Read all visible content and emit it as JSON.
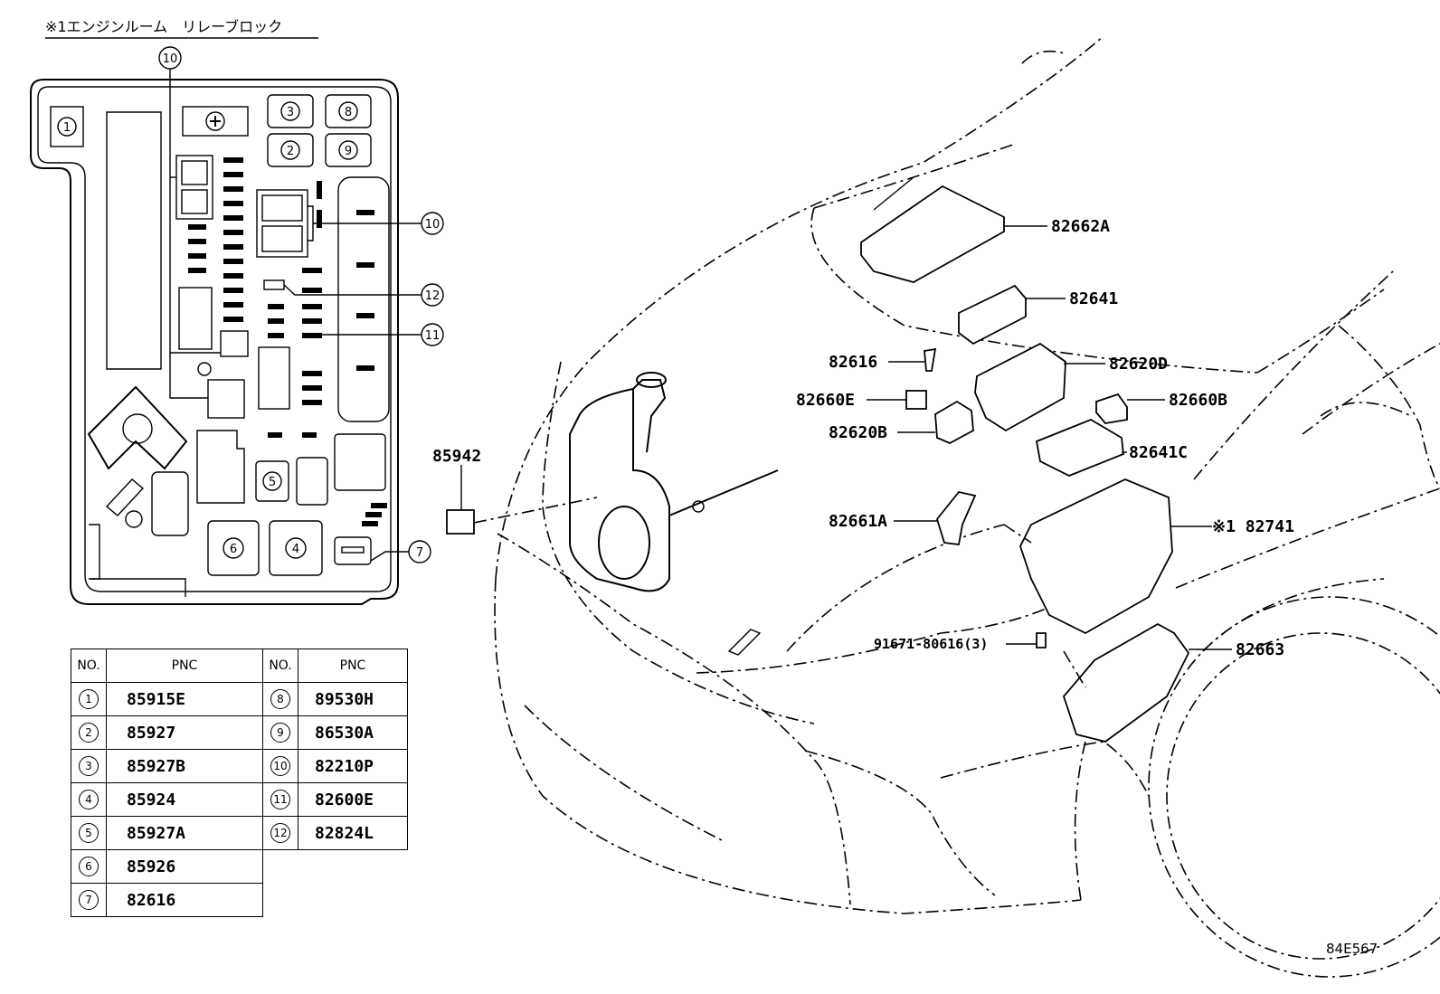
{
  "title": "※1エンジンルーム　リレーブロック",
  "diagram_code": "84E567",
  "relay_block_numbers": [
    "1",
    "2",
    "3",
    "4",
    "5",
    "6",
    "7",
    "8",
    "9",
    "10",
    "11",
    "12"
  ],
  "callouts": {
    "c10_top": "10",
    "c10": "10",
    "c12": "12",
    "c11": "11",
    "c7": "7"
  },
  "part_labels": {
    "p82662A": "82662A",
    "p82641": "82641",
    "p82616": "82616",
    "p82620D": "82620D",
    "p82660E": "82660E",
    "p82660B": "82660B",
    "p82620B": "82620B",
    "p82641C": "82641C",
    "p85942": "85942",
    "p82661A": "82661A",
    "p82741": "※1 82741",
    "p91671": "91671-80616(3)",
    "p82663": "82663"
  },
  "table": {
    "headers": {
      "no": "NO.",
      "pnc": "PNC",
      "no2": "NO.",
      "pnc2": "PNC"
    },
    "left_rows": [
      {
        "no": "1",
        "pnc": "85915E"
      },
      {
        "no": "2",
        "pnc": "85927"
      },
      {
        "no": "3",
        "pnc": "85927B"
      },
      {
        "no": "4",
        "pnc": "85924"
      },
      {
        "no": "5",
        "pnc": "85927A"
      },
      {
        "no": "6",
        "pnc": "85926"
      },
      {
        "no": "7",
        "pnc": "82616"
      }
    ],
    "right_rows": [
      {
        "no": "8",
        "pnc": "89530H"
      },
      {
        "no": "9",
        "pnc": "86530A"
      },
      {
        "no": "10",
        "pnc": "82210P"
      },
      {
        "no": "11",
        "pnc": "82600E"
      },
      {
        "no": "12",
        "pnc": "82824L"
      }
    ]
  }
}
